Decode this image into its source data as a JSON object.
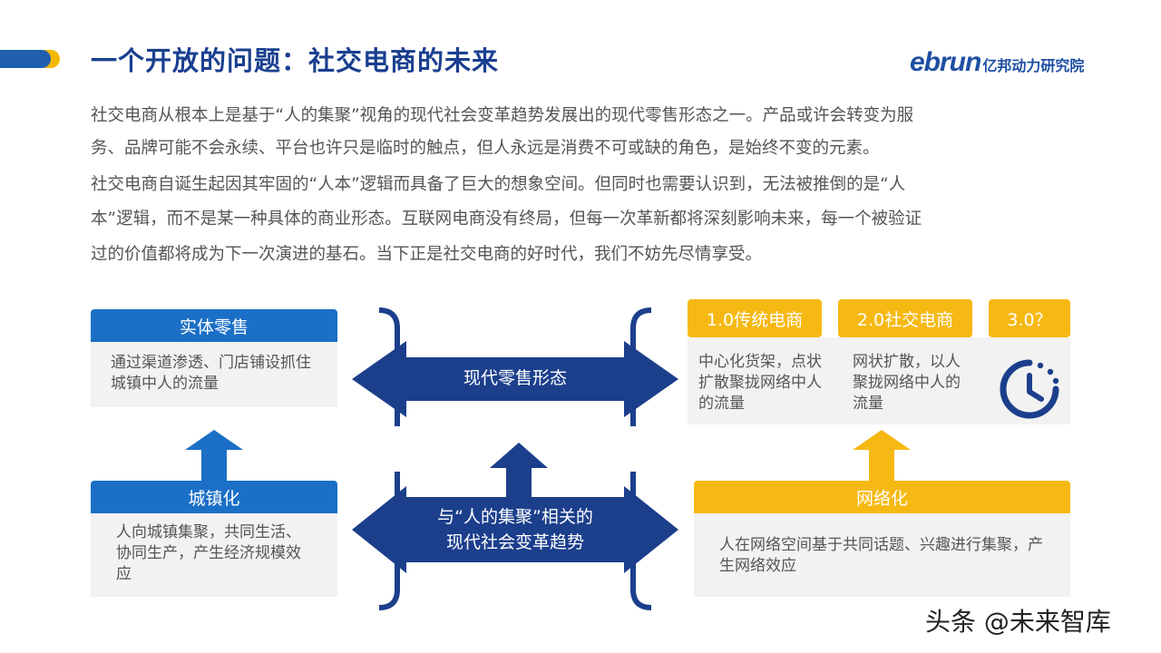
{
  "header": {
    "title": "一个开放的问题：社交电商的未来",
    "logo_en": "ebrun",
    "logo_cn": "亿邦动力研究院"
  },
  "intro": {
    "lines": [
      "社交电商从根本上是基于“人的集聚”视角的现代社会变革趋势发展出的现代零售形态之一。产品或许会转变为服",
      "务、品牌可能不会永续、平台也许只是临时的触点，但人永远是消费不可或缺的角色，是始终不变的元素。",
      "社交电商自诞生起因其牢固的“人本”逻辑而具备了巨大的想象空间。但同时也需要认识到，无法被推倒的是“人",
      "本”逻辑，而不是某一种具体的商业形态。互联网电商没有终局，但每一次革新都将深刻影响未来，每一个被验证",
      "过的价值都将成为下一次演进的基石。当下正是社交电商的好时代，我们不妨先尽情享受。"
    ]
  },
  "diagram": {
    "physical_retail": {
      "title": "实体零售",
      "body": "通过渠道渗透、门店铺设抓住城镇中人的流量"
    },
    "urbanization": {
      "title": "城镇化",
      "body": "人向城镇集聚，共同生活、协同生产，产生经济规模效应"
    },
    "modern_retail_label": "现代零售形态",
    "social_trend_label_1": "与“人的集聚”相关的",
    "social_trend_label_2": "现代社会变革趋势",
    "stages": [
      {
        "title": "1.0传统电商",
        "body": "中心化货架，点状扩散聚拢网络中人的流量"
      },
      {
        "title": "2.0社交电商",
        "body": "网状扩散，以人聚拢网络中人的流量"
      },
      {
        "title": "3.0？",
        "icon": "clock-icon"
      }
    ],
    "networking": {
      "title": "网络化",
      "body": "人在网络空间基于共同话题、兴趣进行集聚，产生网络效应"
    }
  },
  "watermark": "头条 @未来智库",
  "colors": {
    "navy": "#1c3f8c",
    "blue": "#1b6fc6",
    "gold": "#f6b913",
    "title": "#1a3f8f"
  }
}
